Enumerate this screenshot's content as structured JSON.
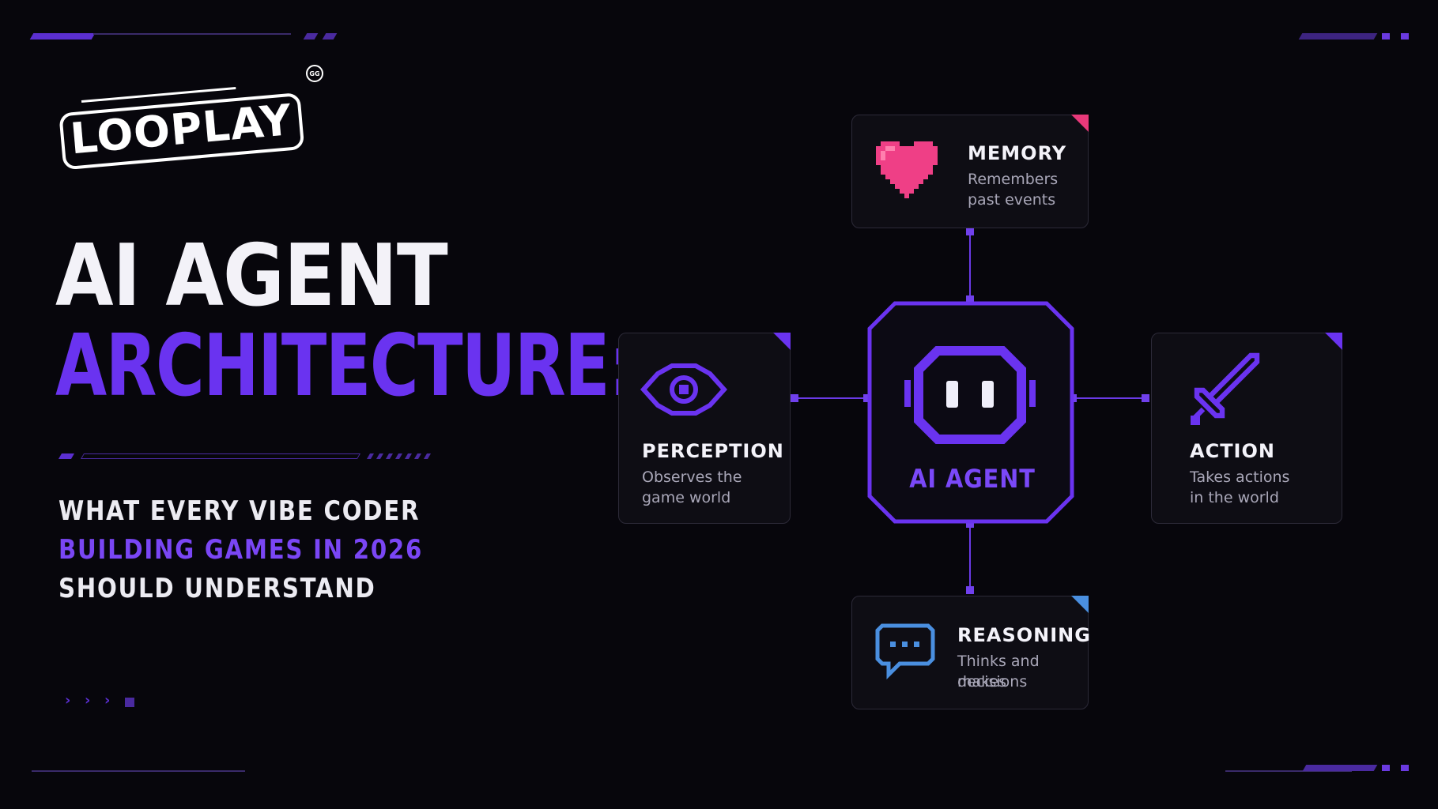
{
  "logo": {
    "text": "LOOPLAY",
    "badge": "GG"
  },
  "headline": {
    "line1": "AI AGENT",
    "line2": "ARCHITECTURE:"
  },
  "subtitle": {
    "line1": "WHAT EVERY VIBE CODER",
    "line2": "BUILDING GAMES IN 2026",
    "line3": "SHOULD UNDERSTAND"
  },
  "decor": {
    "arrows": [
      "›",
      "›",
      "›"
    ]
  },
  "diagram": {
    "center": {
      "label": "AI AGENT",
      "icon": "robot-face-icon"
    },
    "nodes": {
      "memory": {
        "title": "MEMORY",
        "desc_line1": "Remembers",
        "desc_line2": "past events",
        "icon": "pixel-heart-icon",
        "accent": "#e8397a"
      },
      "perception": {
        "title": "PERCEPTION",
        "desc_line1": "Observes the",
        "desc_line2": "game world",
        "icon": "eye-icon",
        "accent": "#6a33f0"
      },
      "action": {
        "title": "ACTION",
        "desc_line1": "Takes actions",
        "desc_line2": "in the world",
        "icon": "pixel-sword-icon",
        "accent": "#6a33f0"
      },
      "reasoning": {
        "title": "REASONING",
        "desc_line1": "Thinks and makes",
        "desc_line2": "decisions",
        "icon": "speech-bubble-icon",
        "accent": "#4a8fe0"
      }
    }
  },
  "colors": {
    "background": "#07060c",
    "purple": "#6a33f0",
    "pink": "#e8397a",
    "blue": "#4a8fe0",
    "white": "#f3f2f8"
  }
}
